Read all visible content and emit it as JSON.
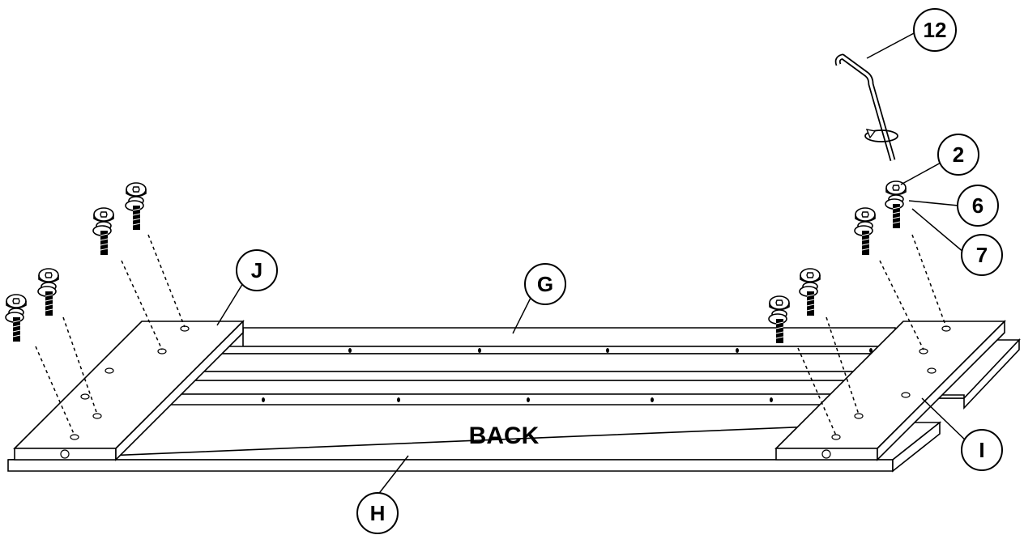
{
  "board_label": "BACK",
  "callouts": {
    "allen_key": "12",
    "bolt": "2",
    "spring_washer": "6",
    "flat_washer": "7",
    "left_end_panel": "J",
    "rail": "G",
    "right_end_panel": "I",
    "back_board": "H"
  },
  "bolt_count": 8,
  "line_color": "#000000",
  "background_color": "#ffffff"
}
